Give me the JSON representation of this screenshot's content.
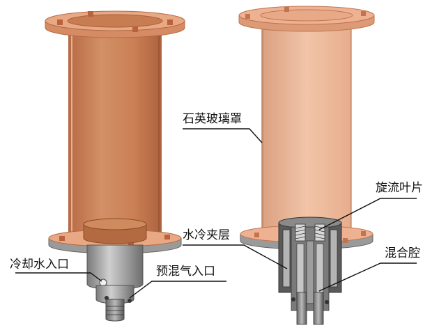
{
  "labels": {
    "quartz_cover": "石英玻璃罩",
    "swirl_vane": "旋流叶片",
    "water_jacket": "水冷夹层",
    "mixing_chamber": "混合腔",
    "water_inlet": "冷却水入口",
    "premix_inlet": "预混气入口"
  },
  "colors": {
    "copper": "#c8784a",
    "copper_light": "#f2c2a5",
    "flange": "#e9a884",
    "steel": "#a0a0a0",
    "steel_dark": "#555555",
    "leader": "#111111"
  }
}
